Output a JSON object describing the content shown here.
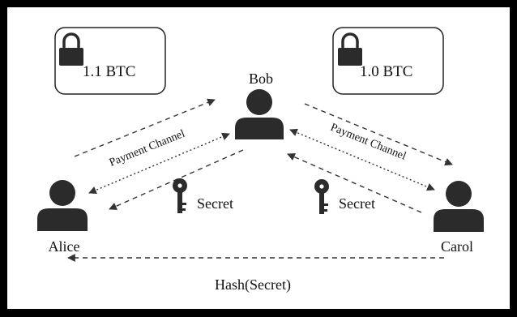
{
  "boxes": {
    "left_amount": "1.1 BTC",
    "right_amount": "1.0 BTC"
  },
  "people": {
    "top": "Bob",
    "left": "Alice",
    "right": "Carol"
  },
  "channels": {
    "left": "Payment Channel",
    "right": "Payment Channel"
  },
  "secrets": {
    "left": "Secret",
    "right": "Secret"
  },
  "hash_label": "Hash(Secret)",
  "colors": {
    "frame": "#000000",
    "background": "#ffffff",
    "ink": "#222222",
    "icon": "#2b2b2b"
  },
  "icons": [
    "lock-icon",
    "person-icon",
    "key-icon"
  ]
}
